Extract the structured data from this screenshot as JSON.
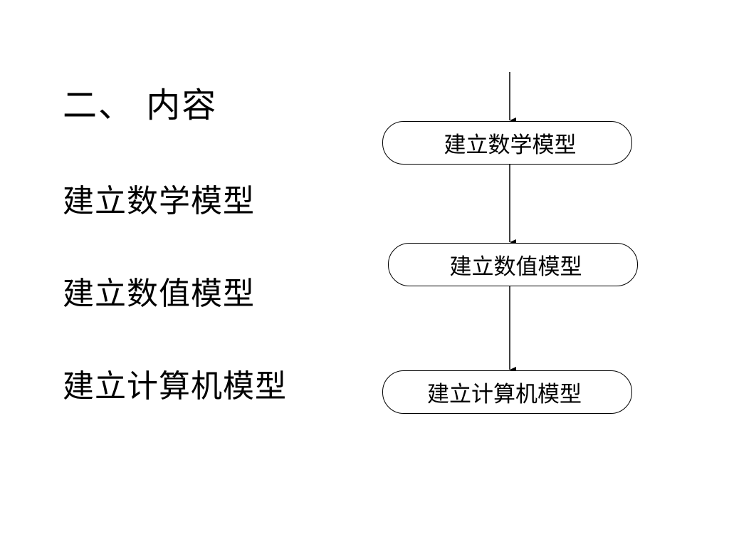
{
  "slide": {
    "heading": "二、 内容",
    "items": [
      "建立数学模型",
      "建立数值模型",
      "建立计算机模型"
    ]
  },
  "flowchart": {
    "nodes": [
      "建立数学模型",
      "建立数值模型",
      "建立计算机模型"
    ],
    "line_color": "#000000",
    "box_border_color": "#000000"
  }
}
